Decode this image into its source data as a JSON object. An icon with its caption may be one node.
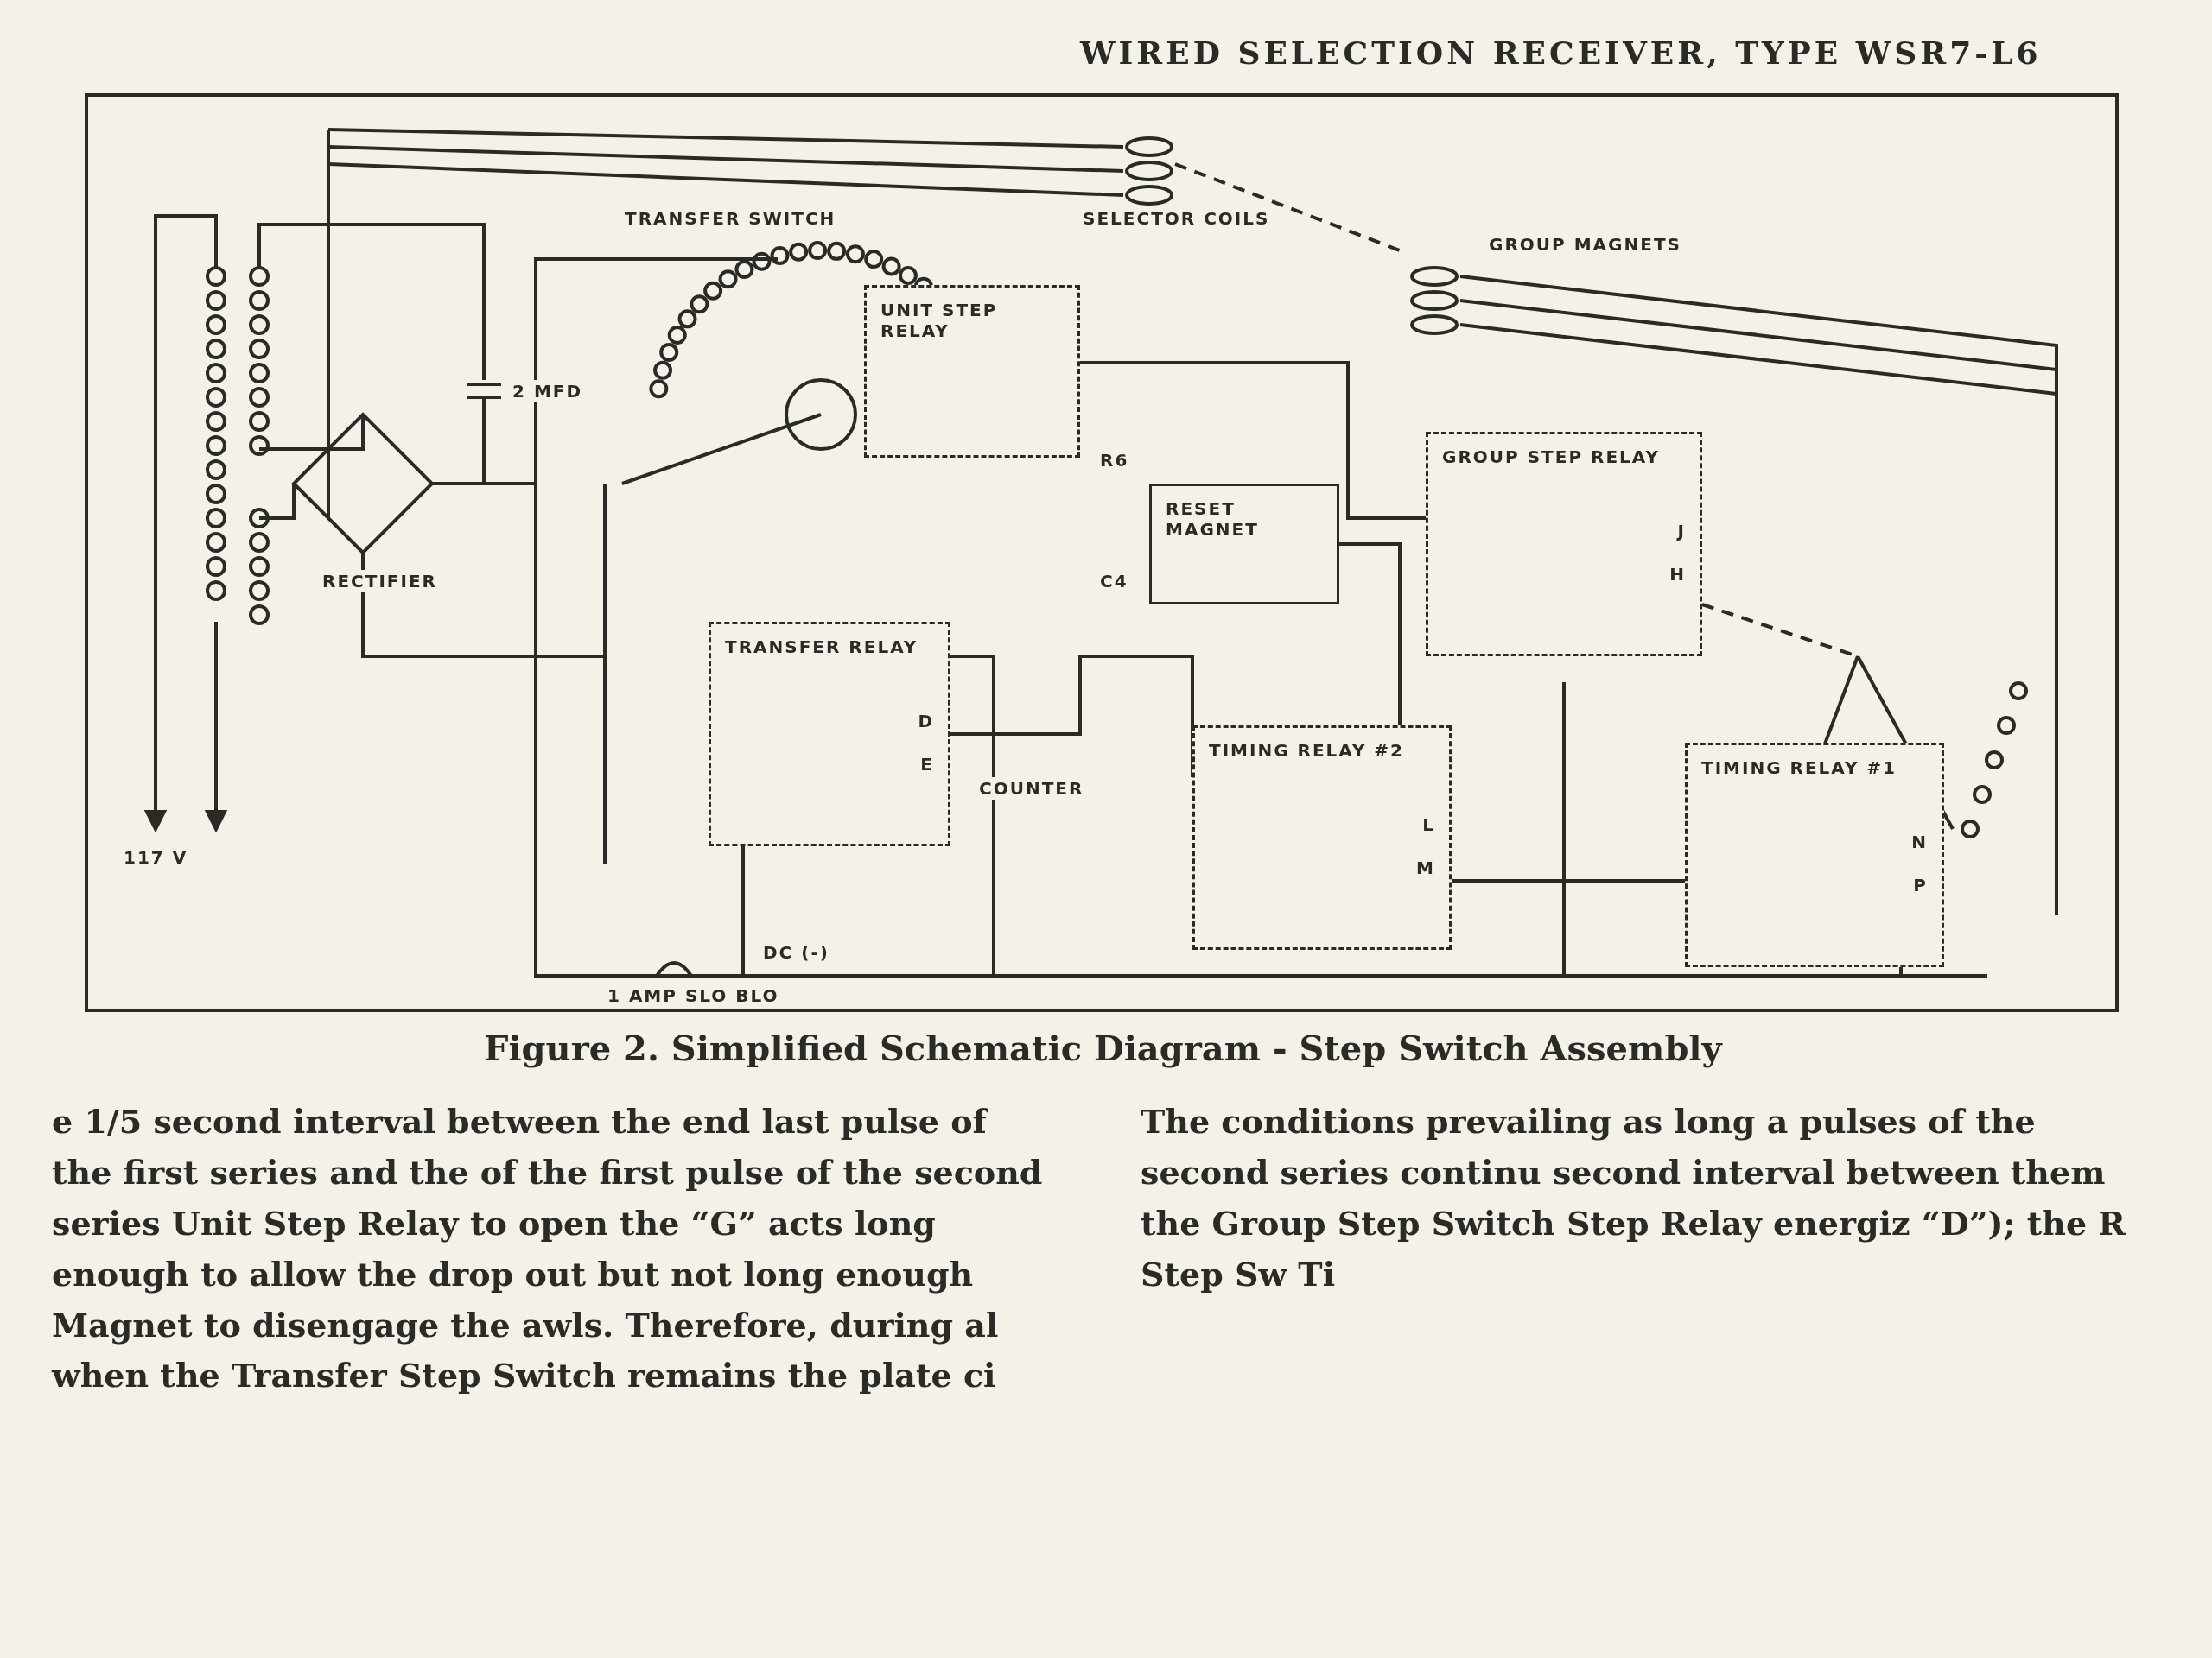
{
  "diagram": {
    "title": "WIRED SELECTION RECEIVER, TYPE WSR7-L6",
    "caption": "Figure 2. Simplified Schematic Diagram - Step Switch Assembly",
    "nodes": [
      {
        "text": [
          "UNIT STEP RELAY"
        ]
      },
      {
        "text": [
          "RESET MAGNET"
        ]
      },
      {
        "text": [
          "GROUP STEP RELAY",
          "J",
          "H"
        ]
      },
      {
        "text": [
          "TRANSFER RELAY",
          "D",
          "E"
        ]
      },
      {
        "text": [
          "TIMING RELAY #2",
          "L",
          "M"
        ]
      },
      {
        "text": [
          "TIMING RELAY #1",
          "N",
          "P"
        ]
      }
    ],
    "labels": [
      "TRANSFER SWITCH",
      "SELECTOR COILS",
      "GROUP MAGNETS",
      "R6",
      "C4",
      "2 MFD",
      "RECTIFIER",
      "117 V",
      "COUNTER",
      "DC (-)",
      "1 AMP SLO BLO",
      "e 1/5 second interval between the end last pulse of the first series and the of the first pulse of the second series Unit Step Relay to open the “G” acts long enough to allow the drop out but not long enough Magnet to disengage the awls. Therefore, during al when the Transfer Step Switch remains the plate ci",
      "The conditions prevailing as long a pulses of the second series continu second interval between them the Group Step Switch Step Relay energiz “D”); the R Step Sw Ti"
    ]
  }
}
